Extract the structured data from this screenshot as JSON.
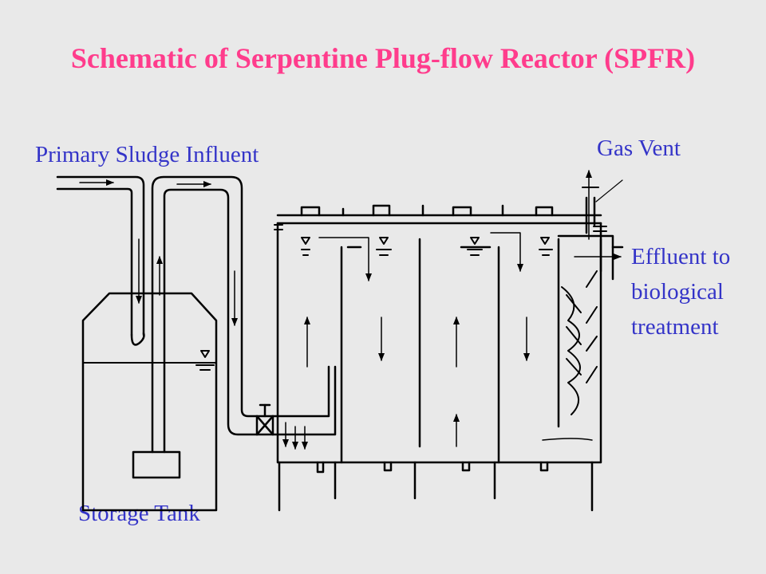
{
  "title": "Schematic of Serpentine Plug-flow Reactor (SPFR)",
  "labels": {
    "influent": "Primary Sludge Influent",
    "gas_vent": "Gas Vent",
    "effluent_line1": "Effluent to",
    "effluent_line2": "biological",
    "effluent_line3": "treatment",
    "storage_tank": "Storage Tank"
  },
  "colors": {
    "title": "#ff3c8c",
    "label": "#3434c8",
    "line": "#000000",
    "background": "#e9e9e9"
  }
}
